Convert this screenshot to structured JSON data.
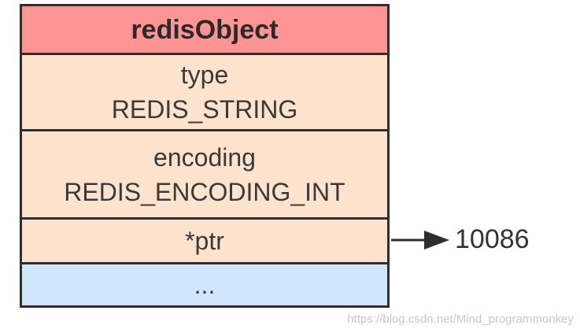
{
  "diagram": {
    "header": "redisObject",
    "fields": {
      "type": {
        "name": "type",
        "value": "REDIS_STRING"
      },
      "encoding": {
        "name": "encoding",
        "value": "REDIS_ENCODING_INT"
      },
      "ptr": {
        "name": "*ptr"
      },
      "rest": {
        "label": "..."
      }
    },
    "pointer_target": "10086",
    "colors": {
      "header_fill": "#ff9494",
      "field_fill": "#ffe3cc",
      "rest_fill": "#cfe6fb",
      "border": "#2e2e2e"
    }
  },
  "watermark": "https://blog.csdn.net/Mind_programmonkey"
}
